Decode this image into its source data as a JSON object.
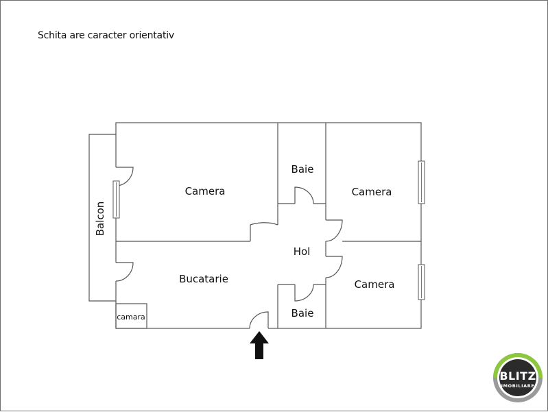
{
  "note": "Schita are caracter orientativ",
  "rooms": {
    "camera_top_left": "Camera",
    "baie_top": "Baie",
    "camera_top_right": "Camera",
    "balcon": "Balcon",
    "hol": "Hol",
    "bucatarie": "Bucatarie",
    "camera_bottom_right": "Camera",
    "baie_bottom": "Baie",
    "camara": "camara"
  },
  "logo": {
    "brand": "BLITZ",
    "sub": "IMOBILIARE"
  },
  "colors": {
    "line": "#555555",
    "arrow": "#111111",
    "logo_ring_green": "#8dc63f",
    "logo_ring_grey": "#9a9a9a",
    "logo_inner": "#2b2b2b"
  }
}
